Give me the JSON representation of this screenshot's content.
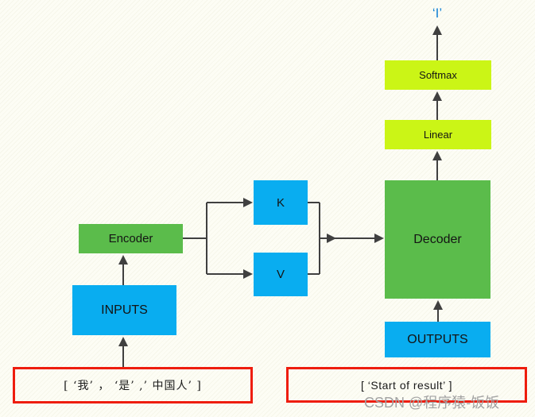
{
  "output_token": {
    "text": "‘I’",
    "color": "#1583d6"
  },
  "nodes": {
    "softmax": {
      "label": "Softmax",
      "color": "#cbf516"
    },
    "linear": {
      "label": "Linear",
      "color": "#cbf516"
    },
    "decoder": {
      "label": "Decoder",
      "color": "#5bbc4b"
    },
    "outputs": {
      "label": "OUTPUTS",
      "color": "#09adf0"
    },
    "encoder": {
      "label": "Encoder",
      "color": "#5bbc4b"
    },
    "inputs": {
      "label": "INPUTS",
      "color": "#09adf0"
    },
    "k": {
      "label": "K",
      "color": "#09adf0"
    },
    "v": {
      "label": "V",
      "color": "#09adf0"
    }
  },
  "captions": {
    "encoder_input": "[ ‘我’ ， ‘是’ ,’ 中国人’ ]",
    "decoder_input": "[ ‘Start of result’ ]",
    "highlight_color": "#ee1d0e"
  },
  "watermark": {
    "text": "CSDN @程序猿-饭饭",
    "color": "#a2a2a2"
  },
  "connector_color": "#404040"
}
